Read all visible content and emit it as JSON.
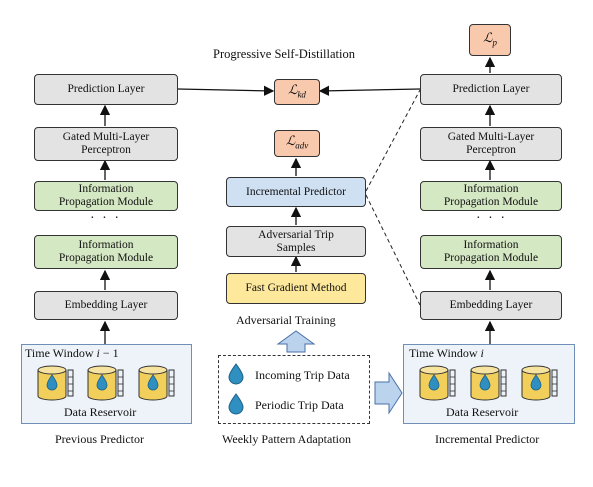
{
  "title": "Progressive Self-Distillation",
  "losses": {
    "kd": "ℒkd",
    "adv": "ℒadv",
    "p": "ℒp"
  },
  "left": {
    "prediction": "Prediction Layer",
    "gmlp_1": "Gated Multi-Layer",
    "gmlp_2": "Perceptron",
    "ipm_1": "Information",
    "ipm_2": "Propagation Module",
    "dots": "· · ·",
    "embedding": "Embedding Layer",
    "time_window": "Time Window i − 1",
    "reservoir": "Data Reservoir",
    "caption": "Previous Predictor"
  },
  "middle": {
    "incremental": "Incremental Predictor",
    "adv_samples_1": "Adversarial Trip",
    "adv_samples_2": "Samples",
    "fgm": "Fast Gradient Method",
    "adv_training": "Adversarial Training",
    "incoming": "Incoming Trip Data",
    "periodic": "Periodic Trip Data",
    "caption": "Weekly Pattern Adaptation"
  },
  "right": {
    "prediction": "Prediction Layer",
    "gmlp_1": "Gated Multi-Layer",
    "gmlp_2": "Perceptron",
    "ipm_1": "Information",
    "ipm_2": "Propagation Module",
    "dots": "· · ·",
    "embedding": "Embedding Layer",
    "time_window": "Time Window i",
    "reservoir": "Data Reservoir",
    "caption": "Incremental Predictor"
  },
  "colors": {
    "gray": "#e3e3e3",
    "green": "#d5e8c4",
    "blue": "#cfe0f3",
    "yellow": "#fde89b",
    "loss": "#f9c9ad",
    "panel_border": "#6f8fb8",
    "arrow_fill": "#bcd3ee",
    "drop": "#2f8fc0",
    "barrel": "#f2cf5a"
  },
  "icons": [
    "water-drop-icon",
    "data-barrel-icon",
    "block-arrow-up-icon",
    "block-arrow-right-icon"
  ]
}
